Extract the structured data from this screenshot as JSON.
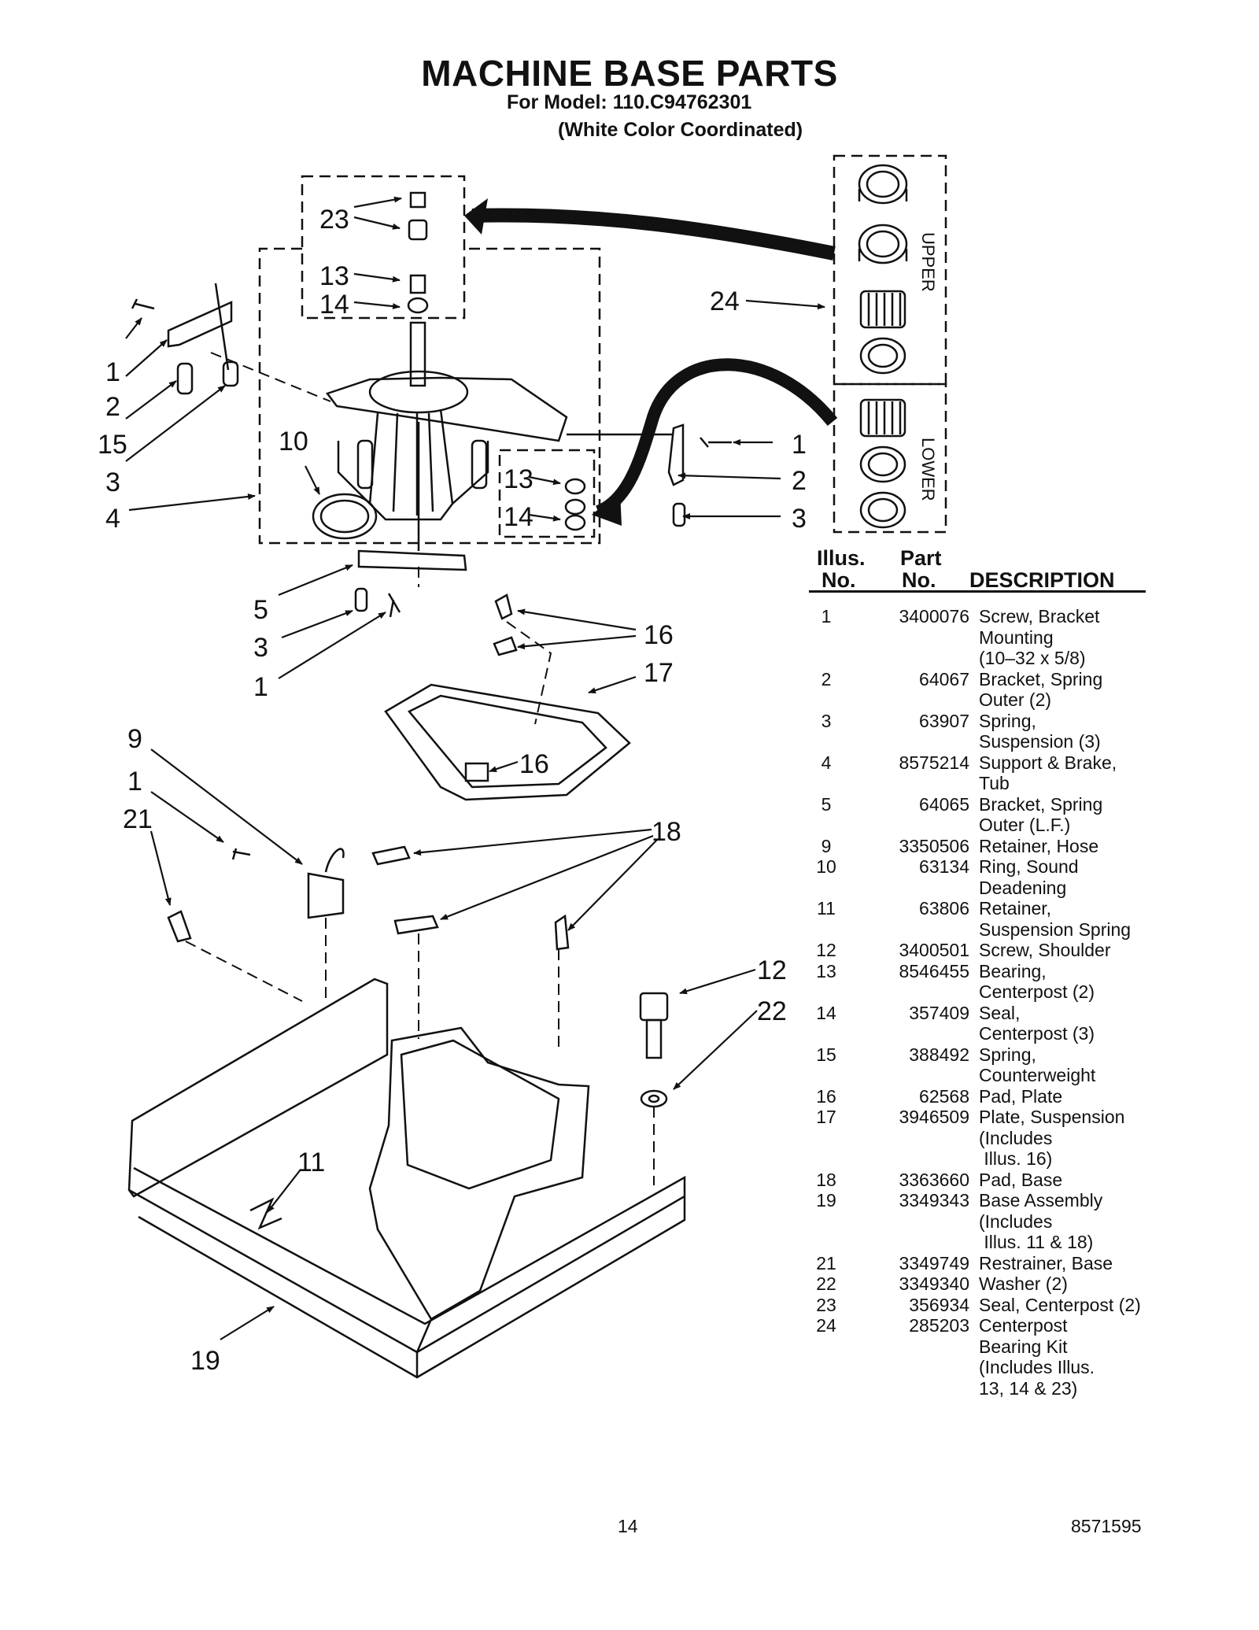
{
  "header": {
    "title": "MACHINE BASE PARTS",
    "model_line": "For Model: 110.C94762301",
    "color_line": "(White Color Coordinated)"
  },
  "diagram": {
    "callouts": [
      "23",
      "13",
      "14",
      "24",
      "1",
      "2",
      "15",
      "3",
      "4",
      "10",
      "13",
      "14",
      "1",
      "2",
      "3",
      "5",
      "3",
      "1",
      "16",
      "17",
      "16",
      "9",
      "1",
      "21",
      "18",
      "12",
      "22",
      "11",
      "19"
    ],
    "kit_labels": {
      "upper": "UPPER",
      "lower": "LOWER"
    }
  },
  "table": {
    "headers": {
      "illus_top": "Illus.",
      "illus_bottom": "No.",
      "part_top": "Part",
      "part_bottom": "No.",
      "description": "DESCRIPTION"
    },
    "rows": [
      {
        "illus": "1",
        "part": "3400076",
        "desc": "Screw, Bracket\nMounting\n(10–32 x 5/8)"
      },
      {
        "illus": "2",
        "part": "64067",
        "desc": "Bracket, Spring\nOuter (2)"
      },
      {
        "illus": "3",
        "part": "63907",
        "desc": "Spring,\nSuspension (3)"
      },
      {
        "illus": "4",
        "part": "8575214",
        "desc": "Support & Brake,\nTub"
      },
      {
        "illus": "5",
        "part": "64065",
        "desc": "Bracket, Spring\nOuter (L.F.)"
      },
      {
        "illus": "9",
        "part": "3350506",
        "desc": "Retainer, Hose"
      },
      {
        "illus": "10",
        "part": "63134",
        "desc": "Ring, Sound\nDeadening"
      },
      {
        "illus": "11",
        "part": "63806",
        "desc": "Retainer,\nSuspension Spring"
      },
      {
        "illus": "12",
        "part": "3400501",
        "desc": "Screw, Shoulder"
      },
      {
        "illus": "13",
        "part": "8546455",
        "desc": "Bearing,\nCenterpost (2)"
      },
      {
        "illus": "14",
        "part": "357409",
        "desc": "Seal,\nCenterpost (3)"
      },
      {
        "illus": "15",
        "part": "388492",
        "desc": "Spring,\nCounterweight"
      },
      {
        "illus": "16",
        "part": "62568",
        "desc": "Pad, Plate"
      },
      {
        "illus": "17",
        "part": "3946509",
        "desc": "Plate, Suspension\n(Includes\n Illus. 16)"
      },
      {
        "illus": "18",
        "part": "3363660",
        "desc": "Pad, Base"
      },
      {
        "illus": "19",
        "part": "3349343",
        "desc": "Base Assembly\n(Includes\n Illus. 11 & 18)"
      },
      {
        "illus": "21",
        "part": "3349749",
        "desc": "Restrainer, Base"
      },
      {
        "illus": "22",
        "part": "3349340",
        "desc": "Washer (2)"
      },
      {
        "illus": "23",
        "part": "356934",
        "desc": "Seal, Centerpost (2)"
      },
      {
        "illus": "24",
        "part": "285203",
        "desc": "Centerpost\nBearing Kit\n(Includes Illus.\n13, 14 & 23)"
      }
    ]
  },
  "footer": {
    "page_number": "14",
    "document_number": "8571595"
  }
}
